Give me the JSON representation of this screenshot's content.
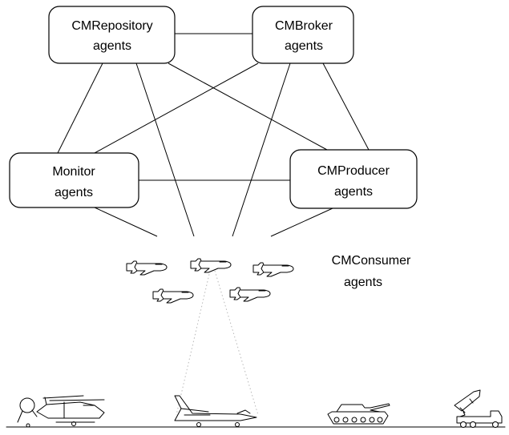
{
  "nodes": {
    "repository": {
      "line1": "CMRepository",
      "line2": "agents"
    },
    "broker": {
      "line1": "CMBroker",
      "line2": "agents"
    },
    "monitor": {
      "line1": "Monitor",
      "line2": "agents"
    },
    "producer": {
      "line1": "CMProducer",
      "line2": "agents"
    },
    "consumer": {
      "line1": "CMConsumer",
      "line2": "agents"
    }
  },
  "icons": {
    "aircraft": "aircraft-icon",
    "helicopter": "helicopter-icon",
    "fighter_jet": "fighter-jet-icon",
    "tank": "tank-icon",
    "missile_launcher": "missile-launcher-icon"
  }
}
